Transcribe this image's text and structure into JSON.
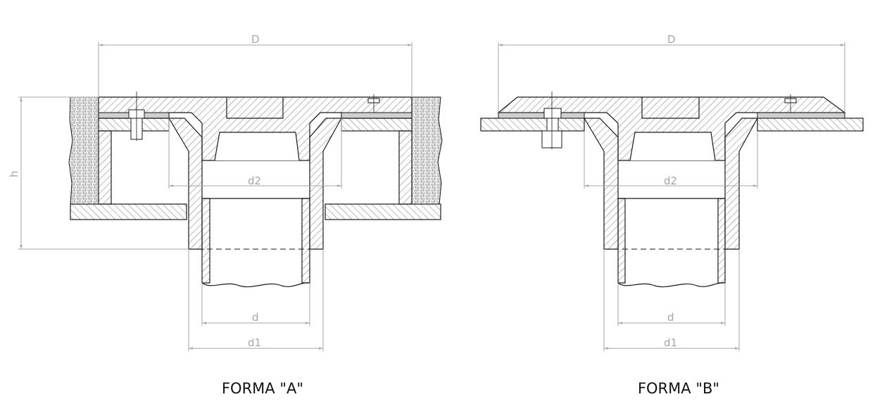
{
  "forma_a": {
    "caption": "FORMA \"A\"",
    "dimensions": {
      "D": "D",
      "d2": "d2",
      "d": "d",
      "d1": "d1",
      "h": "h"
    }
  },
  "forma_b": {
    "caption": "FORMA \"B\"",
    "dimensions": {
      "D": "D",
      "d2": "d2",
      "d": "d",
      "d1": "d1"
    }
  },
  "colors": {
    "outline": "#1a1a1a",
    "hatch": "#555555",
    "dimension": "#a6a6a6",
    "caption": "#111111"
  }
}
